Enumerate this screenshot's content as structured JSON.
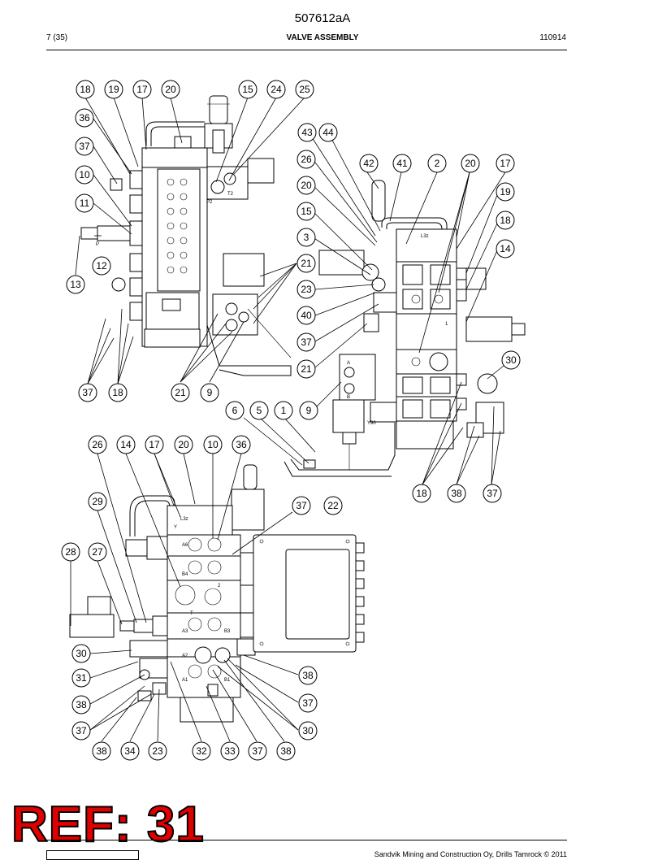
{
  "header": {
    "doc_id": "507612aA",
    "page": "7 (35)",
    "title": "VALVE ASSEMBLY",
    "date": "110914"
  },
  "footer": {
    "copyright": "Sandvik Mining and Construction Oy, Drills Tamrock © 2011"
  },
  "stamp": {
    "text": "REF: 31",
    "color": "#e00000"
  },
  "views": [
    {
      "name": "upper-left",
      "callouts": [
        "18",
        "19",
        "17",
        "20",
        "15",
        "24",
        "25",
        "36",
        "37",
        "10",
        "11",
        "12",
        "13",
        "37",
        "18",
        "21",
        "9"
      ]
    },
    {
      "name": "upper-right",
      "callouts": [
        "43",
        "44",
        "26",
        "42",
        "41",
        "2",
        "20",
        "17",
        "20",
        "19",
        "15",
        "18",
        "3",
        "14",
        "21",
        "23",
        "40",
        "37",
        "21",
        "30",
        "6",
        "5",
        "1",
        "9",
        "18",
        "38",
        "37"
      ]
    },
    {
      "name": "lower-left",
      "callouts": [
        "26",
        "14",
        "17",
        "20",
        "10",
        "36",
        "29",
        "37",
        "22",
        "28",
        "27",
        "30",
        "31",
        "38",
        "37",
        "38",
        "37",
        "30",
        "38",
        "34",
        "23",
        "32",
        "33",
        "37",
        "38"
      ]
    }
  ]
}
